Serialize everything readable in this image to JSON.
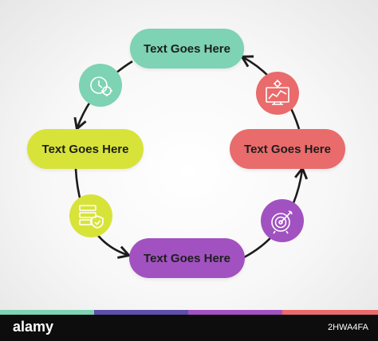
{
  "colors": {
    "mint": "#7dd3b4",
    "lime": "#d8e33a",
    "purple": "#a152c0",
    "coral": "#ea6b6b",
    "stroke": "#1c1c1c",
    "bar": "#0d0d0d"
  },
  "steps": [
    {
      "label": "Text Goes Here",
      "color": "mint",
      "icon": "clock-gear-icon"
    },
    {
      "label": "Text Goes Here",
      "color": "lime",
      "icon": "server-shield-icon"
    },
    {
      "label": "Text Goes Here",
      "color": "purple",
      "icon": "target-arrow-icon"
    },
    {
      "label": "Text Goes Here",
      "color": "coral",
      "icon": "monitor-chart-gear-icon"
    }
  ],
  "footer": {
    "brand": "alamy",
    "image_code": "2HWA4FA",
    "stripe_colors": [
      "#7dd3b4",
      "#5e4fa8",
      "#a152c0",
      "#ea6b6b"
    ]
  }
}
